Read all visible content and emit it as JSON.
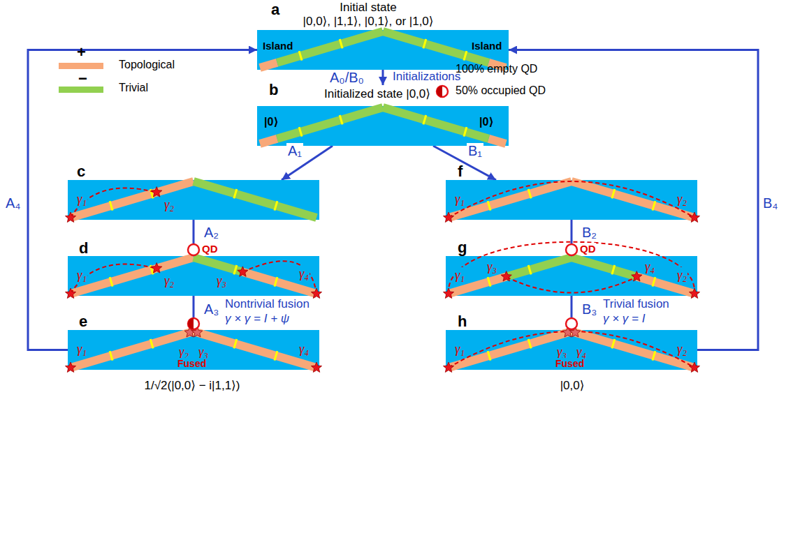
{
  "diagram": {
    "nodes": [
      {
        "text": [
          "a",
          "Initial state",
          "|0,0⟩, |1,1⟩, |0,1⟩, or |1,0⟩",
          "Island",
          "Island"
        ]
      },
      {
        "text": [
          "b",
          "Initialized state |0,0⟩",
          "|0⟩",
          "|0⟩"
        ]
      },
      {
        "text": [
          "c",
          "γ₁",
          "γ₂"
        ]
      },
      {
        "text": [
          "d",
          "QD",
          "γ₁",
          "γ₂",
          "γ₃",
          "γ₄"
        ]
      },
      {
        "text": [
          "e",
          "γ₂",
          "γ₃",
          "Fused",
          "γ₁",
          "γ₄",
          "1/√2(|0,0⟩ − i|1,1⟩)"
        ]
      },
      {
        "text": [
          "f",
          "γ₁",
          "γ₂"
        ]
      },
      {
        "text": [
          "g",
          "QD",
          "γ₁",
          "γ₃",
          "γ₄",
          "γ₂"
        ]
      },
      {
        "text": [
          "h",
          "γ₃",
          "γ₄",
          "Fused",
          "γ₁",
          "γ₂",
          "|0,0⟩"
        ]
      }
    ],
    "edges": [
      {
        "from": 0,
        "to": 1,
        "label": "A₀/B₀",
        "arrow": "to"
      },
      {
        "from": 1,
        "to": 2,
        "label": "A₁",
        "arrow": "to"
      },
      {
        "from": 1,
        "to": 5,
        "label": "B₁",
        "arrow": "to"
      },
      {
        "from": 2,
        "to": 3,
        "label": "A₂",
        "arrow": "to"
      },
      {
        "from": 3,
        "to": 4,
        "label": "A₃",
        "arrow": "to"
      },
      {
        "from": 5,
        "to": 6,
        "label": "B₂",
        "arrow": "to"
      },
      {
        "from": 6,
        "to": 7,
        "label": "B₃",
        "arrow": "to"
      },
      {
        "from": 4,
        "to": 0,
        "label": "A₄",
        "arrow": "to"
      },
      {
        "from": 7,
        "to": 0,
        "label": "B₄",
        "arrow": "to"
      }
    ],
    "labels": [
      "+",
      "−",
      "Initializations",
      "Nontrivial fusion",
      "γ × γ = I + ψ",
      "Trivial fusion",
      "γ × γ = I"
    ],
    "legend": [
      {
        "text": "Topological",
        "color": "#F8A878"
      },
      {
        "text": "Trivial",
        "color": "#92D050"
      },
      {
        "text": "100% empty QD"
      },
      {
        "text": "50% occupied QD"
      }
    ]
  }
}
